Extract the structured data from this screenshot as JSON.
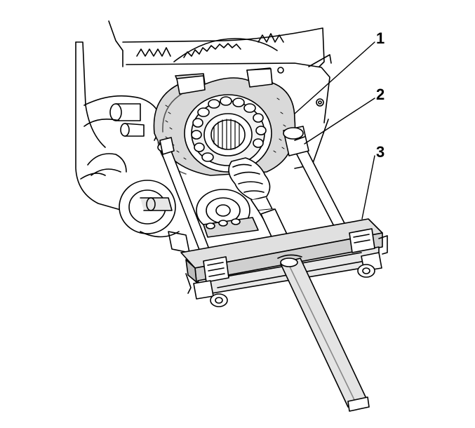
{
  "callouts": [
    {
      "number": "1",
      "target": "bearing-separator-plate"
    },
    {
      "number": "2",
      "target": "puller-leg-bolt"
    },
    {
      "number": "3",
      "target": "puller-crossbar"
    }
  ],
  "colors": {
    "line": "#000000",
    "fill": "#ffffff",
    "shade": "#cfcfcf"
  }
}
